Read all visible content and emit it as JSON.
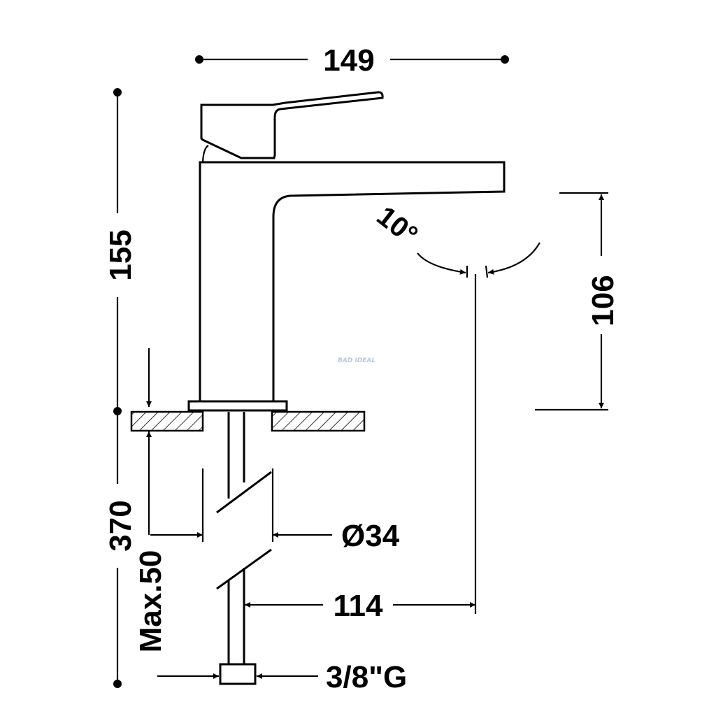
{
  "drawing": {
    "dimensions": {
      "top_width": "149",
      "total_height": "155",
      "spout_height": "106",
      "spout_angle": "10°",
      "below_counter_length": "370",
      "max_counter_thickness": "Max.50",
      "hole_diameter": "Ø34",
      "spout_reach": "114",
      "connection_thread": "3/8\"G"
    },
    "watermark": "BAD IDEAL"
  }
}
